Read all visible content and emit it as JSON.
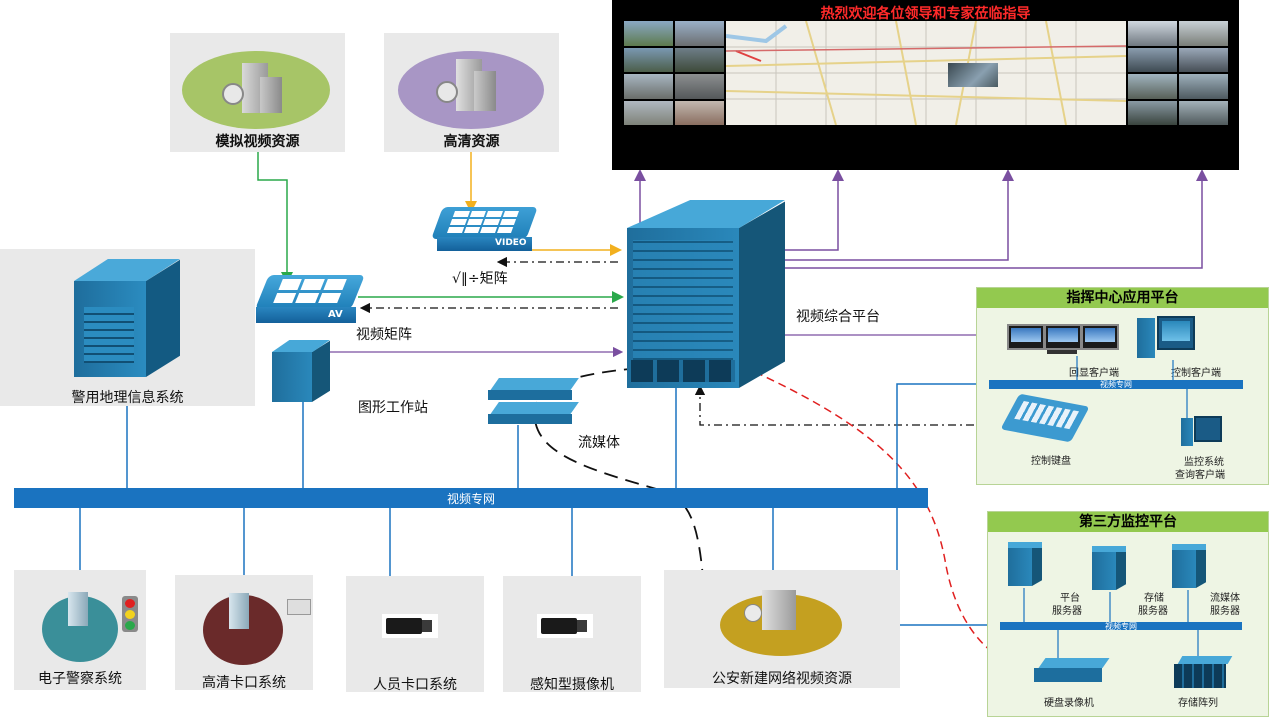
{
  "wall": {
    "banner": "热烈欢迎各位领导和专家莅临指导"
  },
  "sources": {
    "analog": "模拟视频资源",
    "hd": "高清资源"
  },
  "devices": {
    "video_matrix_tile": "VIDEO",
    "av_matrix_tile": "AV",
    "matrix_small_label": "√∥÷矩阵",
    "video_matrix": "视频矩阵",
    "platform": "视频综合平台",
    "gis": "警用地理信息系统",
    "workstation": "图形工作站",
    "streaming": "流媒体"
  },
  "network": {
    "main_bus": "视频专网"
  },
  "bottom_items": [
    {
      "label": "电子警察系统"
    },
    {
      "label": "高清卡口系统"
    },
    {
      "label": "人员卡口系统"
    },
    {
      "label": "感知型摄像机"
    },
    {
      "label": "公安新建网络视频资源"
    }
  ],
  "command_center": {
    "title": "指挥中心应用平台",
    "bus": "视频专网",
    "display_client": "回显客户端",
    "control_client": "控制客户端",
    "keyboard": "控制键盘",
    "monitor_query_line1": "监控系统",
    "monitor_query_line2": "查询客户端"
  },
  "third_party": {
    "title": "第三方监控平台",
    "bus": "视频专网",
    "platform_server_line1": "平台",
    "platform_server_line2": "服务器",
    "storage_server_line1": "存储",
    "storage_server_line2": "服务器",
    "stream_server_line1": "流媒体",
    "stream_server_line2": "服务器",
    "dvr": "硬盘录像机",
    "storage_array": "存储阵列"
  },
  "colors": {
    "bus_blue": "#1a73c0",
    "line_green": "#2aa84a",
    "line_yellow": "#f2b01e",
    "line_purple": "#7a4fa0",
    "line_red": "#e02020",
    "panel_green": "#93c94f",
    "wall_bg": "#000000",
    "banner_red": "#ff2a2a"
  }
}
